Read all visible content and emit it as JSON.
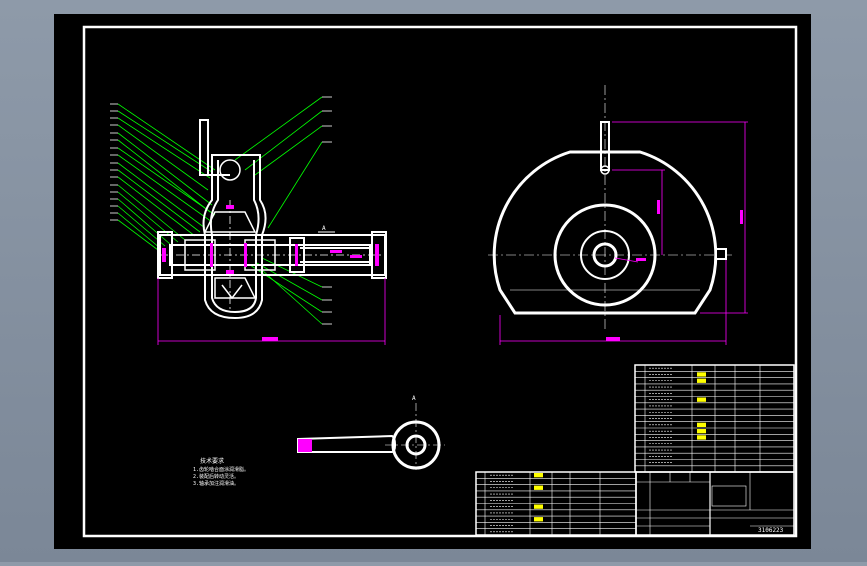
{
  "colors": {
    "frame_bg": "#8e9aa9",
    "paper": "#000000",
    "line": "#ffffff",
    "leader": "#00ff00",
    "dimension": "#ff00ff",
    "highlight": "#ffff00"
  },
  "view_label": "A",
  "section_arrow_label": "A",
  "tech_requirements": {
    "title": "技术要求",
    "lines": [
      "1.齿轮啮合面涂润滑脂。",
      "2.装配后转动灵活。",
      "3.轴承加注润滑油。"
    ]
  },
  "drawing_number": "3106223"
}
